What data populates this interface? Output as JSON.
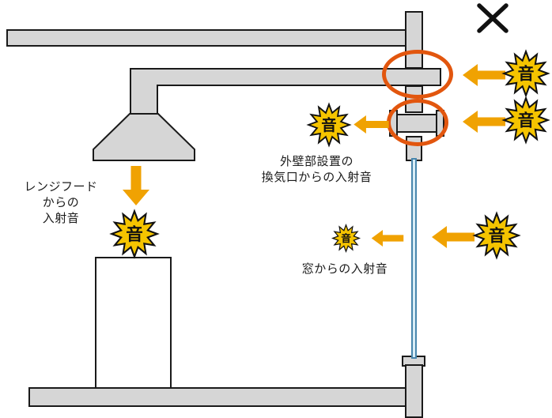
{
  "labels": {
    "sound": "音",
    "range_hood": [
      "レンジフード",
      "からの",
      "入射音"
    ],
    "vent": [
      "外壁部設置の",
      "換気口からの入射音"
    ],
    "window": "窓からの入射音"
  },
  "colors": {
    "arrow": "#f0a202",
    "burst_fill": "#f5c400",
    "burst_outline": "#111111",
    "highlight_ellipse": "#e2560e",
    "structure_fill": "#d6d6d6",
    "structure_outline": "#1a1a1a",
    "window_glass": "#4886ad"
  }
}
